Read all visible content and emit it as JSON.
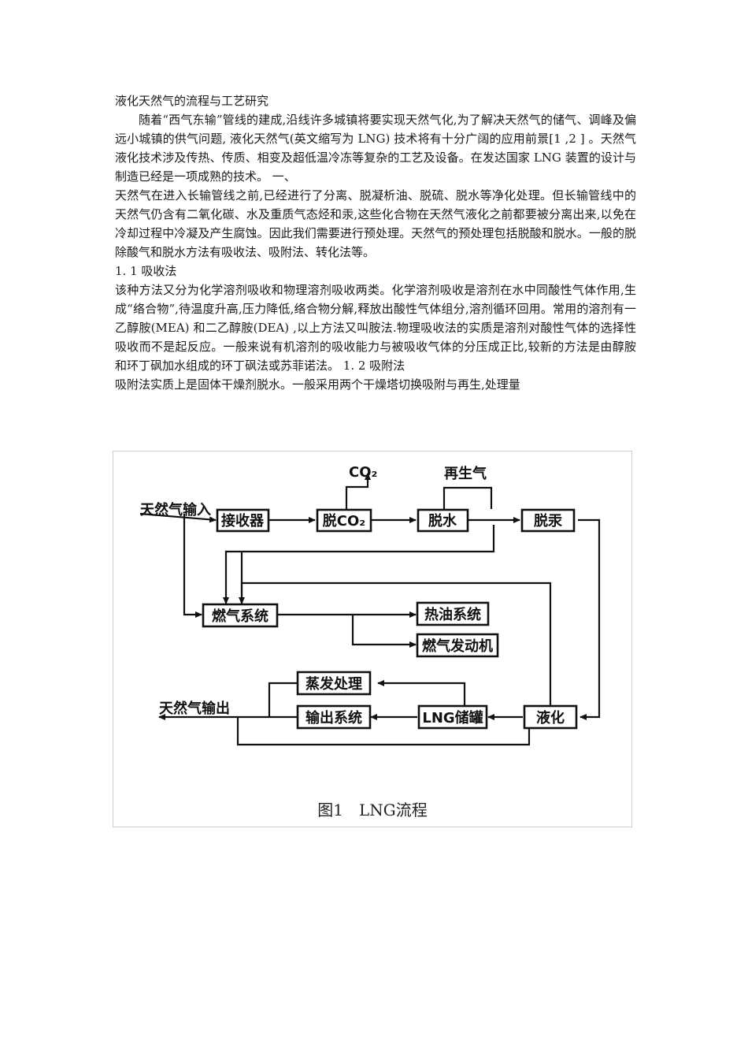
{
  "document": {
    "title": "液化天然气的流程与工艺研究",
    "paragraphs": [
      "随着“西气东输”管线的建成,沿线许多城镇将要实现天然气化,为了解决天然气的储气、调峰及偏远小城镇的供气问题, 液化天然气(英文缩写为 LNG) 技术将有十分广阔的应用前景[1 ,2 ] 。天然气液化技术涉及传热、传质、相变及超低温冷冻等复杂的工艺及设备。在发达国家 LNG 装置的设计与制造已经是一项成熟的技术。 一、",
      "天然气在进入长输管线之前,已经进行了分离、脱凝析油、脱硫、脱水等净化处理。但长输管线中的天然气仍含有二氧化碳、水及重质气态烃和汞,这些化合物在天然气液化之前都要被分离出来,以免在冷却过程中冷凝及产生腐蚀。因此我们需要进行预处理。天然气的预处理包括脱酸和脱水。一般的脱除酸气和脱水方法有吸收法、吸附法、转化法等。",
      "1. 1 吸收法",
      "该种方法又分为化学溶剂吸收和物理溶剂吸收两类。化学溶剂吸收是溶剂在水中同酸性气体作用,生成“络合物”,待温度升高,压力降低,络合物分解,释放出酸性气体组分,溶剂循环回用。常用的溶剂有一乙醇胺(MEA) 和二乙醇胺(DEA) ,以上方法又叫胺法.物理吸收法的实质是溶剂对酸性气体的选择性吸收而不是起反应。一般来说有机溶剂的吸收能力与被吸收气体的分压成正比,较新的方法是由醇胺和环丁砜加水组成的环丁砜法或苏菲诺法。 1. 2 吸附法",
      "吸附法实质上是固体干燥剂脱水。一般采用两个干燥塔切换吸附与再生,处理量"
    ]
  },
  "figure": {
    "caption": "图1　LNG流程",
    "labels": {
      "input": "天然气输入",
      "output": "天然气输出",
      "co2": "CO₂",
      "regen_gas": "再生气",
      "receiver": "接收器",
      "de_co2": "脱CO₂",
      "dehydrate": "脱水",
      "de_mercury": "脱汞",
      "fuel_system": "燃气系统",
      "hot_oil": "热油系统",
      "gas_engine": "燃气发动机",
      "boiloff": "蒸发处理",
      "export": "输出系统",
      "lng_storage": "LNG储罐",
      "liquefaction": "液化"
    }
  }
}
